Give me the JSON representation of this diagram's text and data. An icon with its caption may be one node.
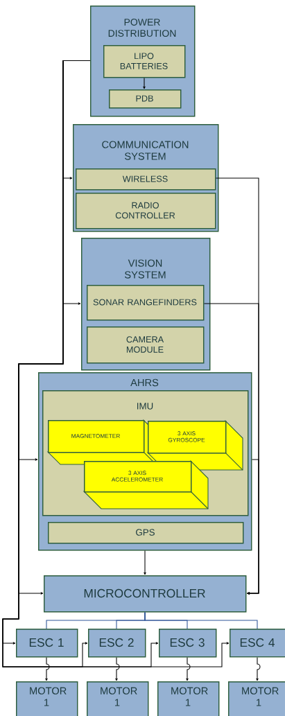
{
  "diagram": {
    "nodes": [
      {
        "text": [
          "POWER DISTRIBUTION"
        ]
      },
      {
        "text": [
          "LIPO BATTERIES"
        ],
        "in": 0
      },
      {
        "text": [
          "PDB"
        ],
        "in": 0
      },
      {
        "text": [
          "COMMUNICATION SYSTEM"
        ]
      },
      {
        "text": [
          "WIRELESS"
        ],
        "in": 3
      },
      {
        "text": [
          "RADIO CONTROLLER"
        ],
        "in": 3
      },
      {
        "text": [
          "VISION SYSTEM"
        ]
      },
      {
        "text": [
          "SONAR RANGEFINDERS"
        ],
        "in": 6
      },
      {
        "text": [
          "CAMERA MODULE"
        ],
        "in": 6
      },
      {
        "text": [
          "AHRS"
        ]
      },
      {
        "text": [
          "IMU"
        ],
        "in": 9
      },
      {
        "text": [
          "MAGNETOMETER"
        ],
        "in": 10
      },
      {
        "text": [
          "3 AXIS GYROSCOPE"
        ],
        "in": 10
      },
      {
        "text": [
          "3 AXIS ACCELEROMETER"
        ],
        "in": 10
      },
      {
        "text": [
          "GPS"
        ],
        "in": 9
      },
      {
        "text": [
          "MICROCONTROLLER"
        ]
      },
      {
        "text": [
          "ESC 1"
        ]
      },
      {
        "text": [
          "ESC 2"
        ]
      },
      {
        "text": [
          "ESC 3"
        ]
      },
      {
        "text": [
          "ESC 4"
        ]
      },
      {
        "text": [
          "MOTOR 1"
        ]
      },
      {
        "text": [
          "MOTOR 1"
        ]
      },
      {
        "text": [
          "MOTOR 1"
        ]
      },
      {
        "text": [
          "MOTOR 1"
        ]
      }
    ],
    "edges": [
      {
        "from": 1,
        "to": 2,
        "arrow": "to"
      },
      {
        "from": 0,
        "to": 3,
        "arrow": "to"
      },
      {
        "from": 0,
        "to": 6,
        "arrow": "to"
      },
      {
        "from": 0,
        "to": 9,
        "arrow": "to"
      },
      {
        "from": 0,
        "to": 15,
        "arrow": "to"
      },
      {
        "from": 0,
        "to": 16,
        "arrow": "to"
      },
      {
        "from": 0,
        "to": 17,
        "arrow": "to"
      },
      {
        "from": 0,
        "to": 18,
        "arrow": "to"
      },
      {
        "from": 0,
        "to": 19,
        "arrow": "to"
      },
      {
        "from": 4,
        "to": 15,
        "arrow": "to"
      },
      {
        "from": 7,
        "to": 15,
        "arrow": "to"
      },
      {
        "from": 9,
        "to": 15,
        "arrow": "to"
      },
      {
        "from": 9,
        "to": 15,
        "arrow": "to"
      },
      {
        "from": 15,
        "to": 16,
        "arrow": "none",
        "color": "#2f5597"
      },
      {
        "from": 15,
        "to": 17,
        "arrow": "none",
        "color": "#2f5597"
      },
      {
        "from": 15,
        "to": 18,
        "arrow": "none",
        "color": "#2f5597"
      },
      {
        "from": 15,
        "to": 19,
        "arrow": "none",
        "color": "#2f5597"
      },
      {
        "from": 16,
        "to": 20,
        "arrow": "to"
      },
      {
        "from": 17,
        "to": 21,
        "arrow": "to"
      },
      {
        "from": 18,
        "to": 22,
        "arrow": "to"
      },
      {
        "from": 19,
        "to": 23,
        "arrow": "to"
      }
    ]
  }
}
